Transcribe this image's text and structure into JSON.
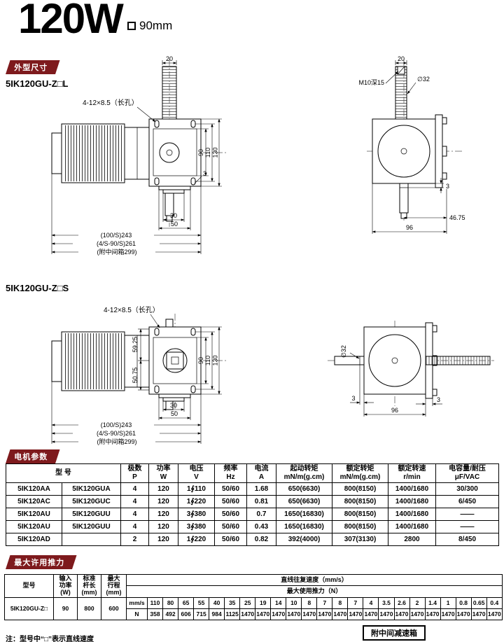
{
  "header": {
    "title": "120W",
    "frame_size": "90mm"
  },
  "badges": {
    "outline": "外型尺寸",
    "motor": "电机参数",
    "thrust": "最大许用推力"
  },
  "models": {
    "L": "5IK120GU-Z□L",
    "S": "5IK120GU-Z□S"
  },
  "drawingL": {
    "front": {
      "dim20": "20",
      "slots": "4-12×8.5（长孔）",
      "dim90": "90",
      "dim110": "110",
      "dim130": "130",
      "dim3": "3",
      "dim30": "30",
      "dim50": "50",
      "len1": "(100/S)243",
      "len2": "(4/S-90/S)261",
      "len3": "(附中间箱299)"
    },
    "side": {
      "dim20": "20",
      "tap": "M10深15",
      "dia": "∅32",
      "dim3": "3",
      "dim4675": "46.75",
      "dim96": "96"
    }
  },
  "drawingS": {
    "front": {
      "slots": "4-12×8.5（长孔）",
      "dim5925": "59.25",
      "dim5075": "50.75",
      "dim90": "90",
      "dim110": "110",
      "dim130": "130",
      "dim30": "30",
      "dim50": "50",
      "len1": "(100/S)243",
      "len2": "(4/S-90/S)261",
      "len3": "(附中间箱299)"
    },
    "side": {
      "dia": "∅32",
      "dim3l": "3",
      "dim3r": "3",
      "dim96": "96"
    }
  },
  "motor_table": {
    "model_header": "型    号",
    "columns": [
      {
        "name": "极数",
        "unit": "P"
      },
      {
        "name": "功率",
        "unit": "W"
      },
      {
        "name": "电压",
        "unit": "V"
      },
      {
        "name": "频率",
        "unit": "Hz"
      },
      {
        "name": "电流",
        "unit": "A"
      },
      {
        "name": "起动转矩",
        "unit": "mN/m(g.cm)"
      },
      {
        "name": "额定转矩",
        "unit": "mN/m(g.cm)"
      },
      {
        "name": "额定转速",
        "unit": "r/min"
      },
      {
        "name": "电容量/耐压",
        "unit": "μF/VAC"
      }
    ],
    "rows": [
      [
        "5IK120AA",
        "5IK120GUA",
        "4",
        "120",
        "1∮110",
        "50/60",
        "1.68",
        "650(6630)",
        "800(8150)",
        "1400/1680",
        "30/300"
      ],
      [
        "5IK120AC",
        "5IK120GUC",
        "4",
        "120",
        "1∮220",
        "50/60",
        "0.81",
        "650(6630)",
        "800(8150)",
        "1400/1680",
        "6/450"
      ],
      [
        "5IK120AU",
        "5IK120GUU",
        "4",
        "120",
        "3∮380",
        "50/60",
        "0.7",
        "1650(16830)",
        "800(8150)",
        "1400/1680",
        "——"
      ],
      [
        "5IK120AU",
        "5IK120GUU",
        "4",
        "120",
        "3∮380",
        "50/60",
        "0.43",
        "1650(16830)",
        "800(8150)",
        "1400/1680",
        "——"
      ],
      [
        "5IK120AD",
        "",
        "2",
        "120",
        "1∮220",
        "50/60",
        "0.82",
        "392(4000)",
        "307(3130)",
        "2800",
        "8/450"
      ]
    ]
  },
  "thrust_table": {
    "col_model": "型号",
    "col_power": [
      "输入",
      "功率",
      "(W)"
    ],
    "col_rod": [
      "标准",
      "杆长",
      "(mm)"
    ],
    "col_stroke": [
      "最大",
      "行程",
      "(mm)"
    ],
    "head1": "直线往复速度（mm/s）",
    "head2": "最大使用推力（N）",
    "row_label_speed": "mm/s",
    "row_label_force": "N",
    "speeds": [
      "110",
      "80",
      "65",
      "55",
      "40",
      "35",
      "25",
      "19",
      "14",
      "10",
      "8",
      "7",
      "8",
      "7",
      "4",
      "3.5",
      "2.6",
      "2",
      "1.4",
      "1",
      "0.8",
      "0.65",
      "0.4"
    ],
    "forces": [
      "358",
      "492",
      "606",
      "715",
      "984",
      "1125",
      "1470",
      "1470",
      "1470",
      "1470",
      "1470",
      "1470",
      "1470",
      "1470",
      "1470",
      "1470",
      "1470",
      "1470",
      "1470",
      "1470",
      "1470",
      "1470",
      "1470"
    ],
    "row": {
      "model": "5IK120GU-Z□",
      "power": "90",
      "rod": "800",
      "stroke": "600"
    }
  },
  "footer": {
    "note": "注：型号中“□”表示直线速度",
    "gearbox": "附中间减速箱"
  }
}
